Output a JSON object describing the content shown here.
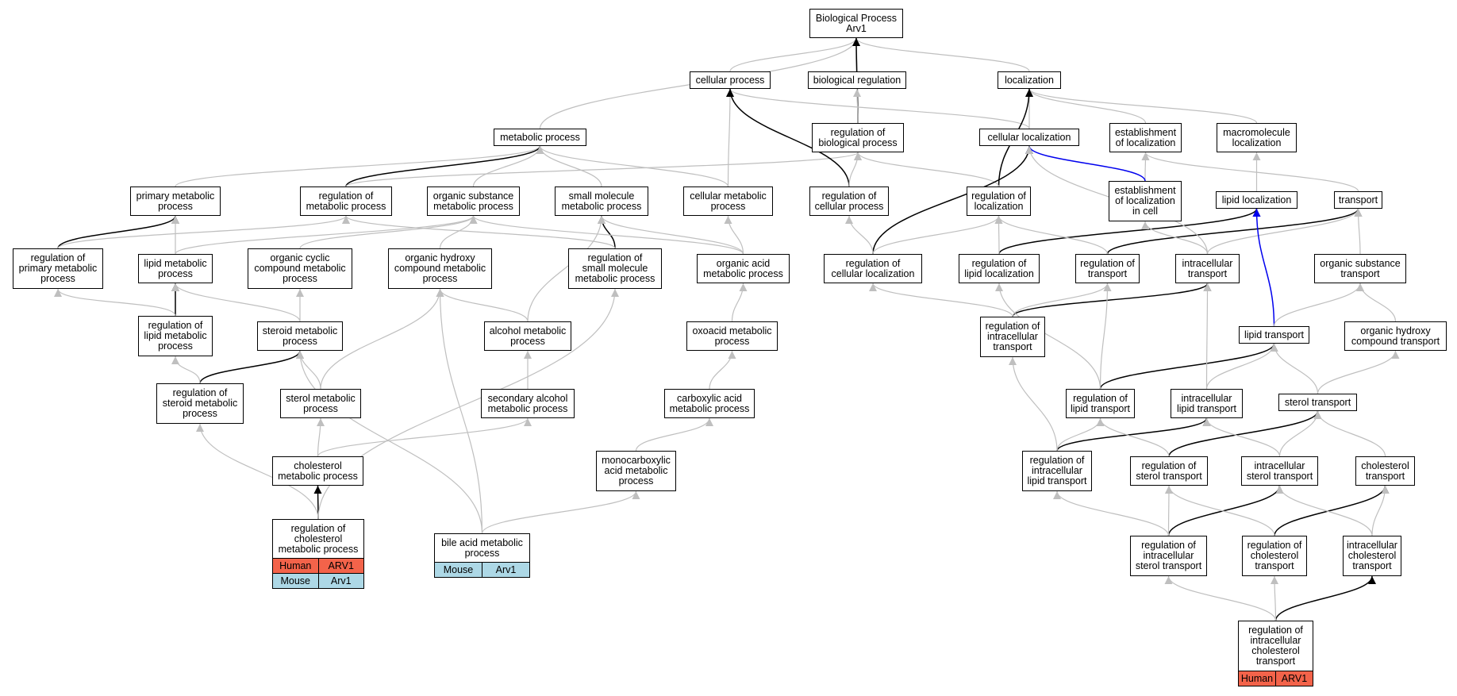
{
  "colors": {
    "edge_default": "#bfbfbf",
    "edge_highlight": "#000000",
    "edge_blue": "#0000ee",
    "human": "#f3634a",
    "mouse": "#add8e6"
  },
  "nodes": {
    "root": "Biological Process\nArv1",
    "cellular_process": "cellular process",
    "biological_regulation": "biological regulation",
    "localization": "localization",
    "metabolic_process": "metabolic process",
    "reg_biological_process": "regulation of\nbiological process",
    "cellular_localization": "cellular localization",
    "establishment_localization": "establishment\nof localization",
    "macromolecule_localization": "macromolecule\nlocalization",
    "primary_metabolic": "primary metabolic\nprocess",
    "reg_metabolic": "regulation of\nmetabolic process",
    "organic_substance_metabolic": "organic substance\nmetabolic process",
    "small_molecule_metabolic": "small molecule\nmetabolic process",
    "cellular_metabolic": "cellular metabolic\nprocess",
    "reg_cellular_process": "regulation of\ncellular process",
    "reg_localization": "regulation of\nlocalization",
    "establishment_localization_cell": "establishment\nof localization\nin cell",
    "lipid_localization": "lipid localization",
    "transport": "transport",
    "reg_primary_metabolic": "regulation of\nprimary metabolic\nprocess",
    "lipid_metabolic": "lipid metabolic\nprocess",
    "organic_cyclic": "organic cyclic\ncompound metabolic\nprocess",
    "organic_hydroxy_metabolic": "organic hydroxy\ncompound metabolic\nprocess",
    "reg_small_molecule": "regulation of\nsmall molecule\nmetabolic process",
    "organic_acid": "organic acid\nmetabolic process",
    "reg_cellular_localization": "regulation of\ncellular localization",
    "reg_lipid_localization": "regulation of\nlipid localization",
    "reg_transport": "regulation of\ntransport",
    "intracellular_transport": "intracellular\ntransport",
    "organic_substance_transport": "organic substance\ntransport",
    "reg_lipid_metabolic": "regulation of\nlipid metabolic\nprocess",
    "steroid_metabolic": "steroid metabolic\nprocess",
    "alcohol_metabolic": "alcohol metabolic\nprocess",
    "oxoacid": "oxoacid metabolic\nprocess",
    "reg_intracellular_transport": "regulation of\nintracellular\ntransport",
    "lipid_transport": "lipid transport",
    "organic_hydroxy_transport": "organic hydroxy\ncompound transport",
    "reg_steroid_metabolic": "regulation of\nsteroid metabolic\nprocess",
    "sterol_metabolic": "sterol metabolic\nprocess",
    "secondary_alcohol": "secondary alcohol\nmetabolic process",
    "carboxylic_acid": "carboxylic acid\nmetabolic process",
    "reg_lipid_transport": "regulation of\nlipid transport",
    "intracellular_lipid_transport": "intracellular\nlipid transport",
    "sterol_transport": "sterol transport",
    "cholesterol_metabolic": "cholesterol\nmetabolic process",
    "monocarboxylic": "monocarboxylic\nacid metabolic\nprocess",
    "reg_intracellular_lipid_transport": "regulation of\nintracellular\nlipid transport",
    "reg_sterol_transport": "regulation of\nsterol transport",
    "intracellular_sterol_transport": "intracellular\nsterol transport",
    "cholesterol_transport": "cholesterol\ntransport",
    "reg_cholesterol_metabolic": "regulation of\ncholesterol\nmetabolic process",
    "bile_acid": "bile acid metabolic\nprocess",
    "reg_intracellular_sterol_transport": "regulation of\nintracellular\nsterol transport",
    "reg_cholesterol_transport": "regulation of\ncholesterol\ntransport",
    "intracellular_cholesterol_transport": "intracellular\ncholesterol\ntransport",
    "reg_intracellular_cholesterol_transport": "regulation of\nintracellular\ncholesterol\ntransport"
  },
  "annotations": {
    "reg_cholesterol_metabolic": {
      "human": [
        "Human",
        "ARV1"
      ],
      "mouse": [
        "Mouse",
        "Arv1"
      ]
    },
    "bile_acid": {
      "mouse": [
        "Mouse",
        "Arv1"
      ]
    },
    "reg_intracellular_cholesterol_transport": {
      "human": [
        "Human",
        "ARV1"
      ]
    }
  }
}
